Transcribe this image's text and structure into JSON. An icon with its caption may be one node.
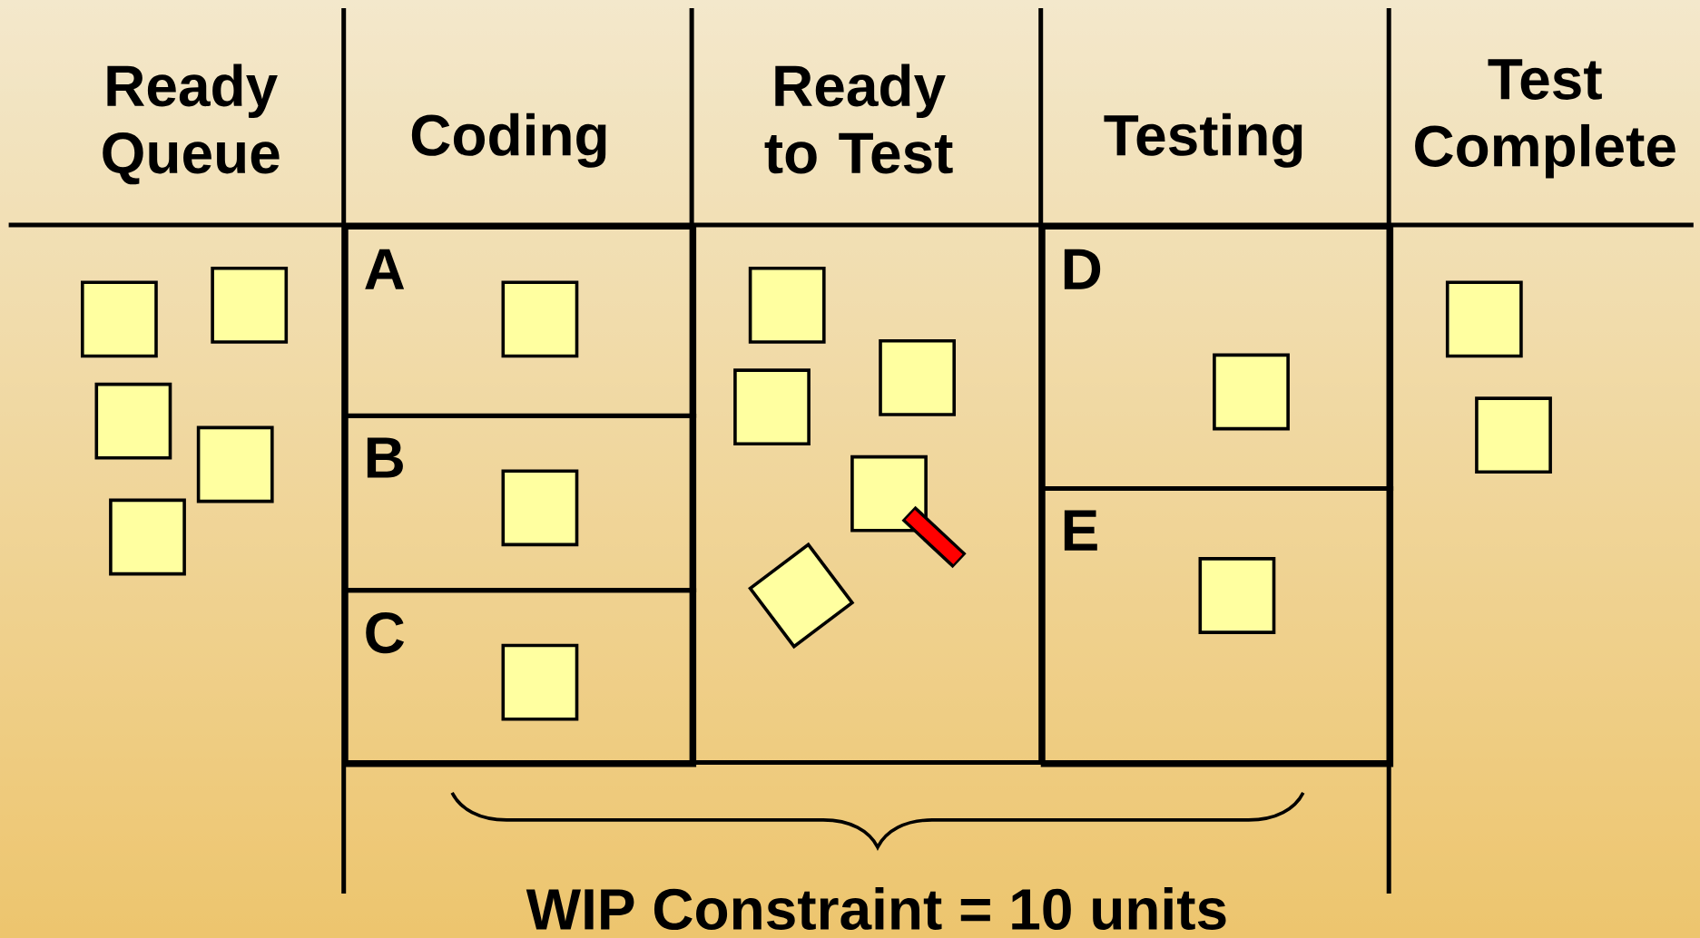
{
  "diagram": {
    "nodes": [
      {
        "text": [],
        "shape": "box"
      },
      {
        "text": [],
        "shape": "box"
      },
      {
        "text": [],
        "shape": "box"
      },
      {
        "text": [],
        "shape": "box"
      },
      {
        "text": [],
        "shape": "box"
      },
      {
        "text": [
          "A"
        ]
      },
      {
        "text": [],
        "shape": "box",
        "in": 5
      },
      {
        "text": [
          "B"
        ]
      },
      {
        "text": [],
        "shape": "box",
        "in": 7
      },
      {
        "text": [
          "C"
        ]
      },
      {
        "text": [],
        "shape": "box",
        "in": 9
      },
      {
        "text": [],
        "shape": "box"
      },
      {
        "text": [],
        "shape": "box"
      },
      {
        "text": [],
        "shape": "box"
      },
      {
        "text": [],
        "shape": "box"
      },
      {
        "text": [],
        "shape": "diamond"
      },
      {
        "text": [
          "D"
        ]
      },
      {
        "text": [],
        "shape": "box",
        "in": 16
      },
      {
        "text": [
          "E"
        ]
      },
      {
        "text": [],
        "shape": "box",
        "in": 18
      },
      {
        "text": [],
        "shape": "box"
      },
      {
        "text": [],
        "shape": "box"
      }
    ],
    "labels": [
      "Ready Queue",
      "Coding",
      "Ready to Test",
      "Testing",
      "Test Complete",
      "WIP Constraint = 10 units"
    ]
  }
}
